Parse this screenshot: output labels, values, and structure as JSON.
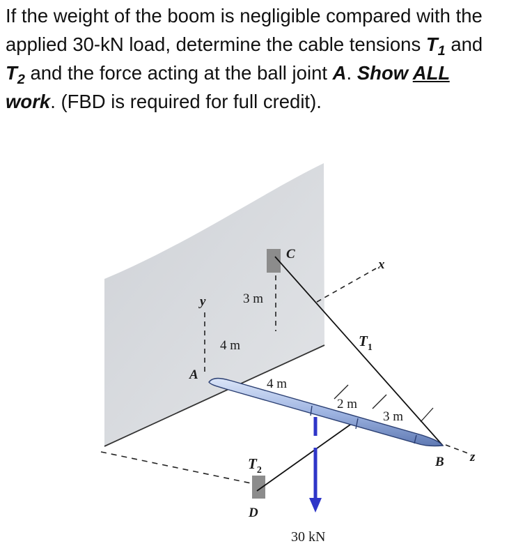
{
  "problem": {
    "s1": "If the weight of the boom is negligible compared with the applied 30-kN load, determine the cable tensions ",
    "t1": "T",
    "t1_sub": "1",
    "s2": " and ",
    "t2": "T",
    "t2_sub": "2",
    "s3": " and the force acting at the ball joint ",
    "a": "A",
    "s4": ". ",
    "show": "Show ",
    "all": "ALL",
    "work": " work",
    "s5": ". (FBD is required for full credit)."
  },
  "figure": {
    "labels": {
      "y": "y",
      "x": "x",
      "z": "z",
      "A": "A",
      "B": "B",
      "C": "C",
      "D": "D",
      "T": "T",
      "sub1": "1",
      "sub2": "2",
      "dim_3m_top": "3 m",
      "dim_4m_wall": "4 m",
      "dim_4m_boom": "4 m",
      "dim_2m": "2 m",
      "dim_3m_boom": "3 m",
      "load": "30 kN"
    },
    "colors": {
      "wall": "#d6d8dc",
      "boom": "#a9bde6",
      "boom_edge": "#2b3f72",
      "load_arrow": "#2f36c8",
      "anchor": "#8c8c8c"
    }
  }
}
